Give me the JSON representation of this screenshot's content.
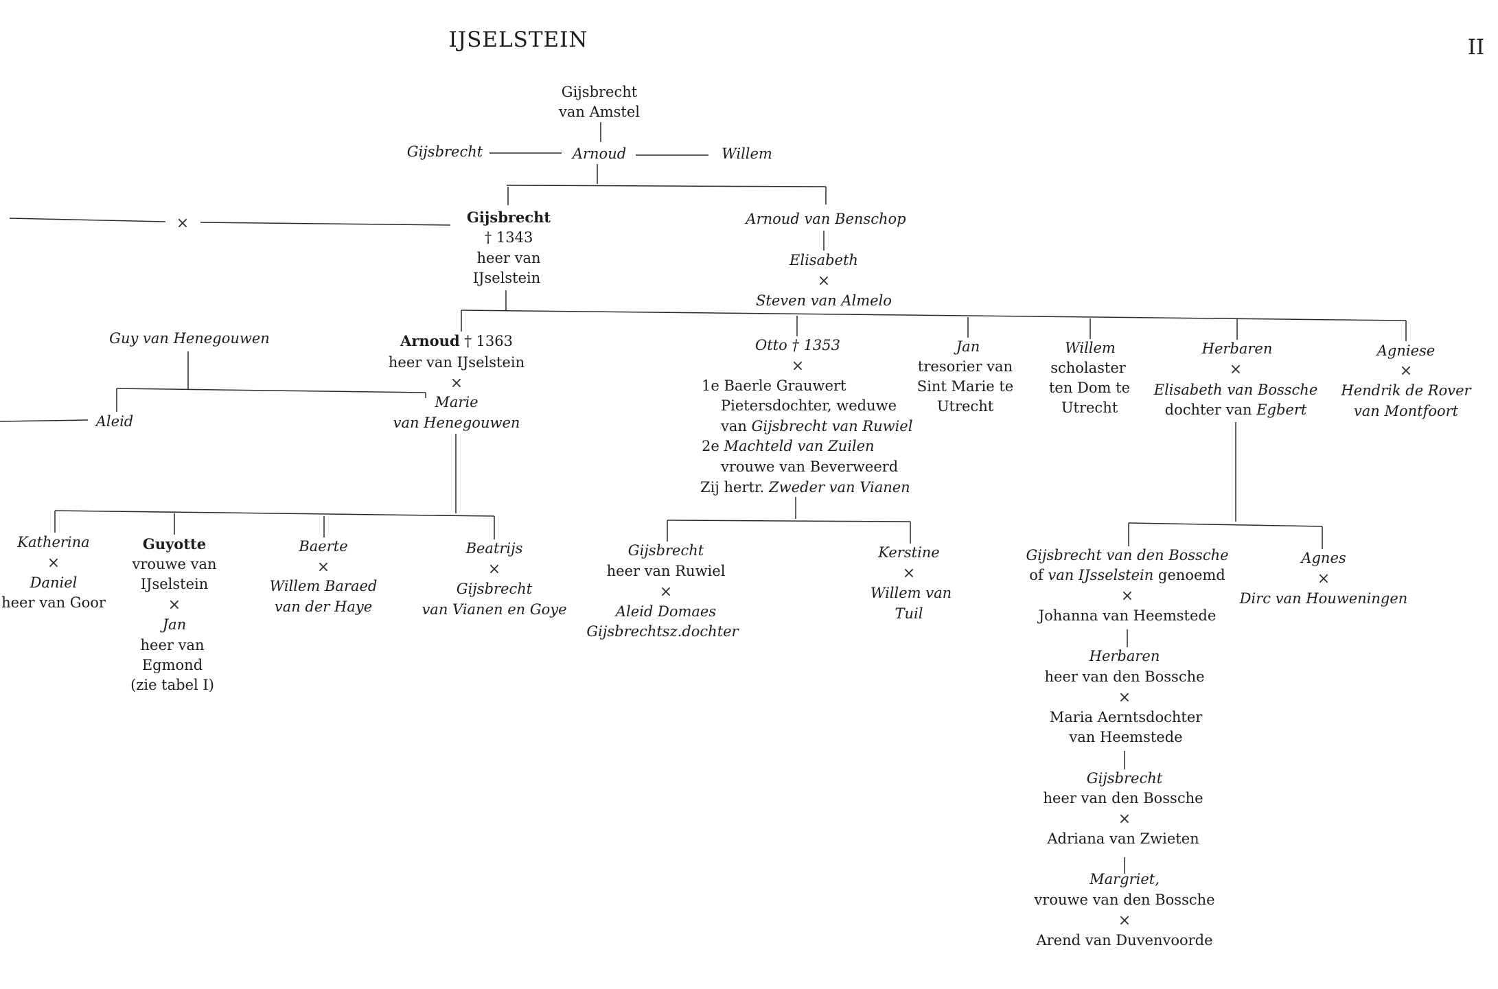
{
  "header": {
    "title": "IJSELSTEIN",
    "page_number": "II"
  },
  "marriage_sign": "×",
  "top": {
    "founder_1": "Gijsbrecht",
    "founder_2": "van Amstel",
    "sibling_left": "Gijsbrecht",
    "arnoud": "Arnoud",
    "sibling_right": "Willem"
  },
  "gen2": {
    "gijsbrecht_name": "Gijsbrecht",
    "gijsbrecht_death": "† 1343",
    "gijsbrecht_title_1": "heer van",
    "gijsbrecht_title_2": "IJselstein",
    "arnoud_benschop": "Arnoud van Benschop",
    "elisabeth": "Elisabeth",
    "steven": "Steven van Almelo"
  },
  "gen3": {
    "guy": "Guy van Henegouwen",
    "aleid": "Aleid",
    "arnoud_name": "Arnoud",
    "arnoud_death": "† 1363",
    "arnoud_title": "heer van IJselstein",
    "marie_1": "Marie",
    "marie_2": "van Henegouwen",
    "otto_line": "Otto † 1353",
    "otto_m1_a": "1e Baerle Grauwert",
    "otto_m1_b": "Pietersdochter, weduwe",
    "otto_m1_c1": "van",
    "otto_m1_c2": "Gijsbrecht van Ruwiel",
    "otto_m2_a1": "2e",
    "otto_m2_a2": "Machteld van Zuilen",
    "otto_m2_b": "vrouwe van Beverweerd",
    "otto_m2_c1": "Zij hertr.",
    "otto_m2_c2": "Zweder van Vianen",
    "jan_1": "Jan",
    "jan_2": "tresorier van",
    "jan_3": "Sint Marie te",
    "jan_4": "Utrecht",
    "willem_1": "Willem",
    "willem_2": "scholaster",
    "willem_3": "ten Dom te",
    "willem_4": "Utrecht",
    "herbaren": "Herbaren",
    "herbaren_wife": "Elisabeth van Bossche",
    "herbaren_wife_2a": "dochter van",
    "herbaren_wife_2b": "Egbert",
    "agniese": "Agniese",
    "agniese_h1": "Hendrik de Rover",
    "agniese_h2": "van Montfoort"
  },
  "gen4": {
    "katherina": "Katherina",
    "daniel": "Daniel",
    "daniel_title": "heer van Goor",
    "guyotte": "Guyotte",
    "guyotte_1": "vrouwe van",
    "guyotte_2": "IJselstein",
    "jan": "Jan",
    "jan_1": "heer van",
    "jan_2": "Egmond",
    "jan_3": "(zie tabel I)",
    "baerte": "Baerte",
    "baerte_h1": "Willem Baraed",
    "baerte_h2": "van der Haye",
    "beatrijs": "Beatrijs",
    "beatrijs_h1": "Gijsbrecht",
    "beatrijs_h2": "van Vianen en Goye",
    "gijsbrecht_r": "Gijsbrecht",
    "gijsbrecht_r_title": "heer van Ruwiel",
    "aleid_d": "Aleid Domaes",
    "aleid_d_2": "Gijsbrechtsz.dochter",
    "kerstine": "Kerstine",
    "kerstine_h1": "Willem van",
    "kerstine_h2": "Tuil",
    "bossche_1": "Gijsbrecht van den Bossche",
    "bossche_2a": "of",
    "bossche_2b": "van IJsselstein",
    "bossche_2c": "genoemd",
    "johanna": "Johanna van Heemstede",
    "herbaren2": "Herbaren",
    "herbaren2_title": "heer van den Bossche",
    "maria_1": "Maria Aerntsdochter",
    "maria_2": "van Heemstede",
    "gijsbrecht3": "Gijsbrecht",
    "gijsbrecht3_title": "heer van den Bossche",
    "adriana": "Adriana van Zwieten",
    "margriet": "Margriet,",
    "margriet_title": "vrouwe van den Bossche",
    "arend": "Arend van Duvenvoorde",
    "agnes": "Agnes",
    "dirc": "Dirc van Houweningen"
  }
}
